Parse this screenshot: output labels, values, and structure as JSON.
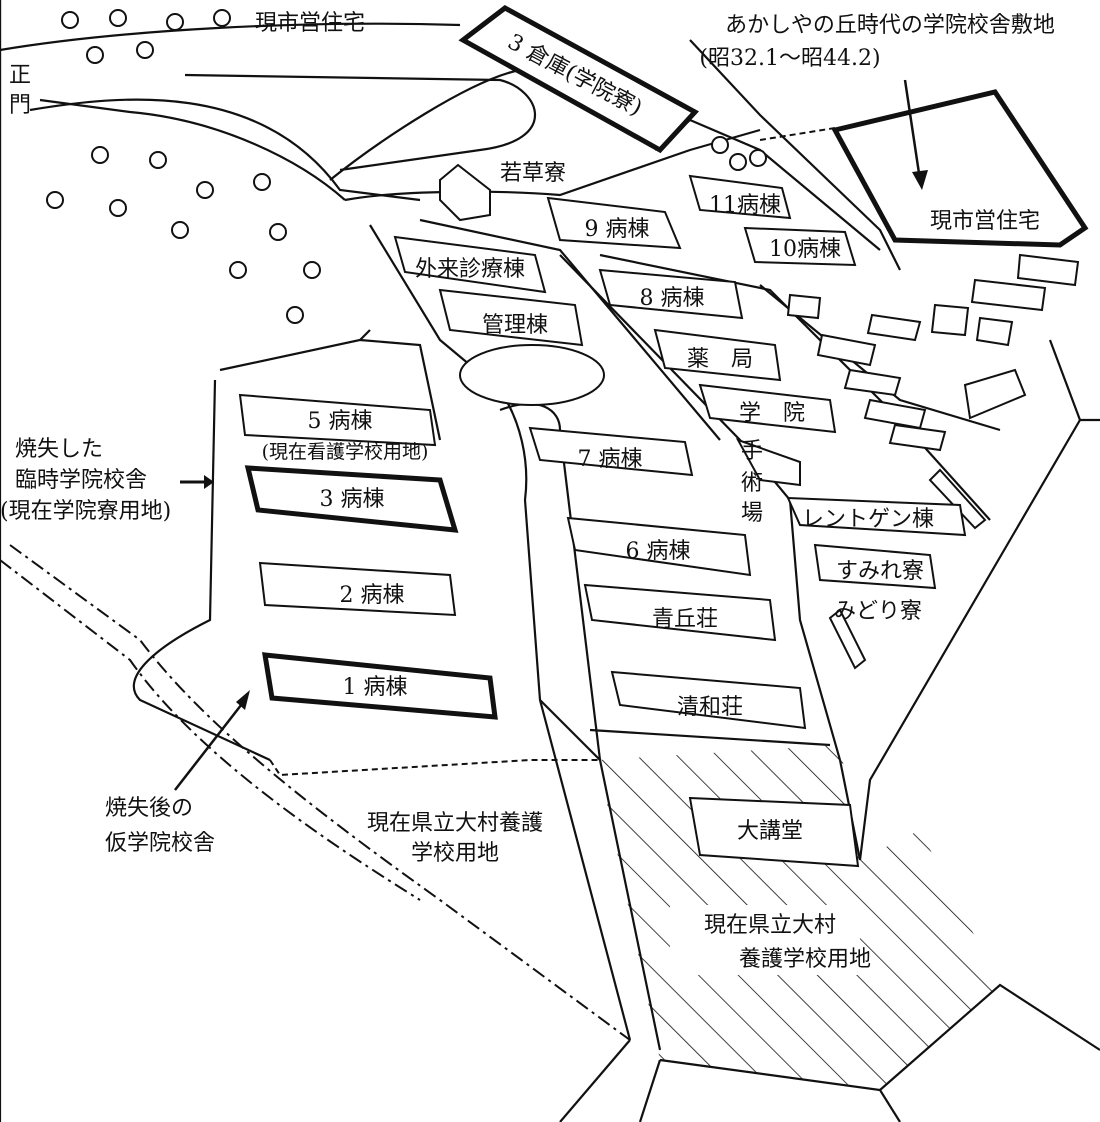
{
  "map": {
    "annotations": {
      "city_housing_top": "現市営住宅",
      "main_gate": [
        "正",
        "門"
      ],
      "akashiya_site": "あかしやの丘時代の学院校舎敷地",
      "akashiya_period": "(昭32.1～昭44.2)",
      "burned_school": [
        "焼失した",
        "臨時学院校舎",
        "(現在学院寮用地)"
      ],
      "temp_school": [
        "焼失後の",
        "仮学院校舎"
      ],
      "nursing_school_site_left": [
        "現在県立大村養護",
        "学校用地"
      ],
      "nursing_school_site_right": [
        "現在県立大村",
        "養護学校用地"
      ],
      "ward5_note": "(現在看護学校用地)"
    },
    "buildings": {
      "warehouse": "3 倉庫(学院寮)",
      "wakakusa": "若草寮",
      "ward9": "9 病棟",
      "ward11": "11病棟",
      "ward10": "10病棟",
      "outpatient": "外来診療棟",
      "admin": "管理棟",
      "ward8": "8 病棟",
      "pharmacy": "薬　局",
      "school": "学　院",
      "ward5": "5 病棟",
      "ward3": "3 病棟",
      "ward2": "2 病棟",
      "ward1": "1 病棟",
      "ward7": "7 病棟",
      "ward6": "6 病棟",
      "seikyu": "青丘荘",
      "seiwa": "清和荘",
      "auditorium": "大講堂",
      "surgery": [
        "手",
        "術",
        "場"
      ],
      "xray": "レントゲン棟",
      "sumire": "すみれ寮",
      "midori": "みどり寮",
      "city_housing_right": "現市営住宅"
    }
  }
}
